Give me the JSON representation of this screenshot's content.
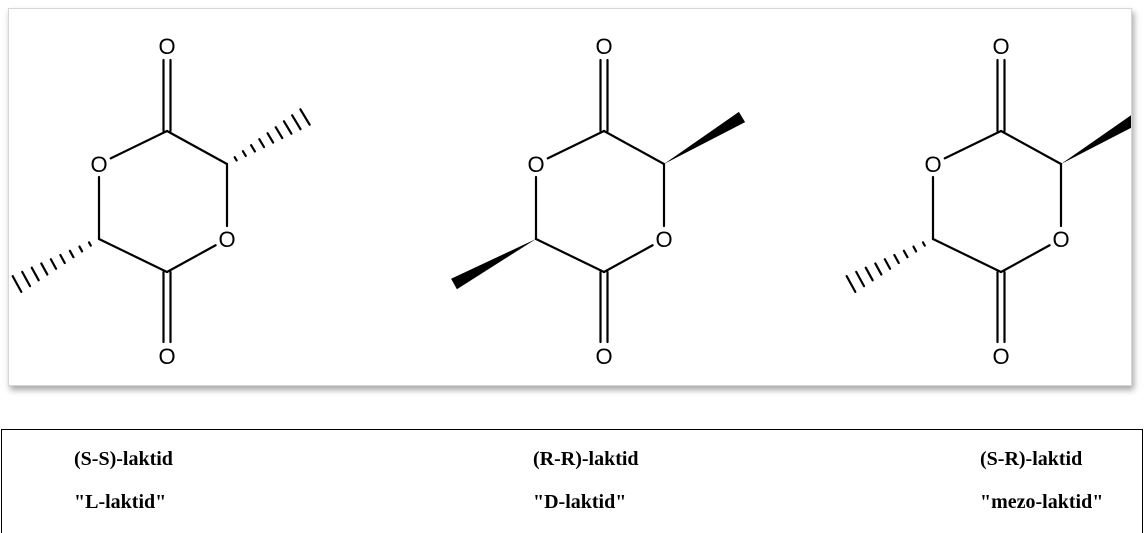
{
  "structures": [
    {
      "name": "(S-S)-laktid",
      "trivial_name": "\"L-laktid\"",
      "substituents": {
        "top_right": "hashed-wedge",
        "bottom_left": "hashed-wedge"
      }
    },
    {
      "name": "(R-R)-laktid",
      "trivial_name": "\"D-laktid\"",
      "substituents": {
        "top_right": "solid-wedge",
        "bottom_left": "solid-wedge"
      }
    },
    {
      "name": "(S-R)-laktid",
      "trivial_name": "\"mezo-laktid\"",
      "substituents": {
        "top_right": "solid-wedge",
        "bottom_left": "hashed-wedge"
      }
    }
  ],
  "atom_labels": {
    "oxygen": "O"
  },
  "colors": {
    "bond": "#000000",
    "panel_border": "#d6d6d6"
  }
}
